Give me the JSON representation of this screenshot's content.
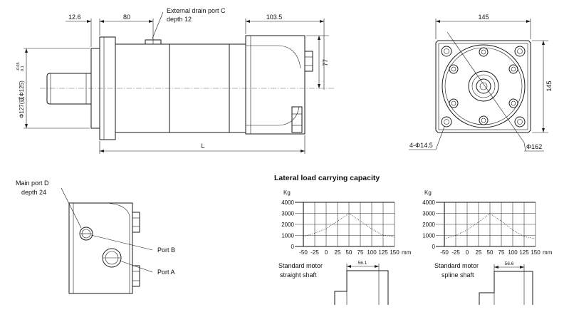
{
  "side_view": {
    "dim_flange": "12.6",
    "dim_pilot": "80",
    "drain_port_label": "External drain port C",
    "drain_port_depth": "depth 12",
    "dim_end_cap": "103.5",
    "dim_height": "77",
    "dim_length": "L",
    "dim_diameter": "Φ127(或Φ125)",
    "dim_tol_upper": "-0.05",
    "dim_tol_lower": "0.1"
  },
  "front_view": {
    "dim_width": "145",
    "dim_height": "145",
    "holes_label": "4-Φ14.5",
    "pitch_label": "Φ162"
  },
  "port_view": {
    "main_port_label": "Main port D",
    "main_port_depth": "depth 24",
    "port_b_label": "Port B",
    "port_a_label": "Port A"
  },
  "load_section": {
    "title": "Lateral load carrying capacity"
  },
  "shaft_notes": [
    {
      "line1": "Standard motor",
      "line2": "straight shaft",
      "dim": "56.1"
    },
    {
      "line1": "Standard motor",
      "line2": "spline shaft",
      "dim": "56.6"
    }
  ],
  "chart_data": [
    {
      "type": "line",
      "ylabel": "Kg",
      "x_unit": "mm",
      "xlim": [
        -50,
        150
      ],
      "ylim": [
        0,
        4000
      ],
      "x_ticks": [
        -50,
        -25,
        0,
        25,
        50,
        75,
        100,
        125,
        150
      ],
      "y_ticks": [
        0,
        1000,
        2000,
        3000,
        4000
      ],
      "grid": true,
      "series": [
        {
          "x": [
            -50,
            -25,
            0,
            25,
            50,
            75,
            100,
            125,
            150
          ],
          "y": [
            900,
            1200,
            1600,
            2300,
            3000,
            2300,
            1600,
            1000,
            900
          ]
        }
      ]
    },
    {
      "type": "line",
      "ylabel": "Kg",
      "x_unit": "mm",
      "xlim": [
        -50,
        150
      ],
      "ylim": [
        0,
        4000
      ],
      "x_ticks": [
        -50,
        -25,
        0,
        25,
        50,
        75,
        100,
        125,
        150
      ],
      "y_ticks": [
        0,
        1000,
        2000,
        3000,
        4000
      ],
      "grid": true,
      "series": [
        {
          "x": [
            -50,
            -25,
            0,
            25,
            50,
            75,
            100,
            125,
            150
          ],
          "y": [
            700,
            1000,
            1500,
            2200,
            3000,
            2300,
            1500,
            900,
            700
          ]
        }
      ]
    }
  ]
}
